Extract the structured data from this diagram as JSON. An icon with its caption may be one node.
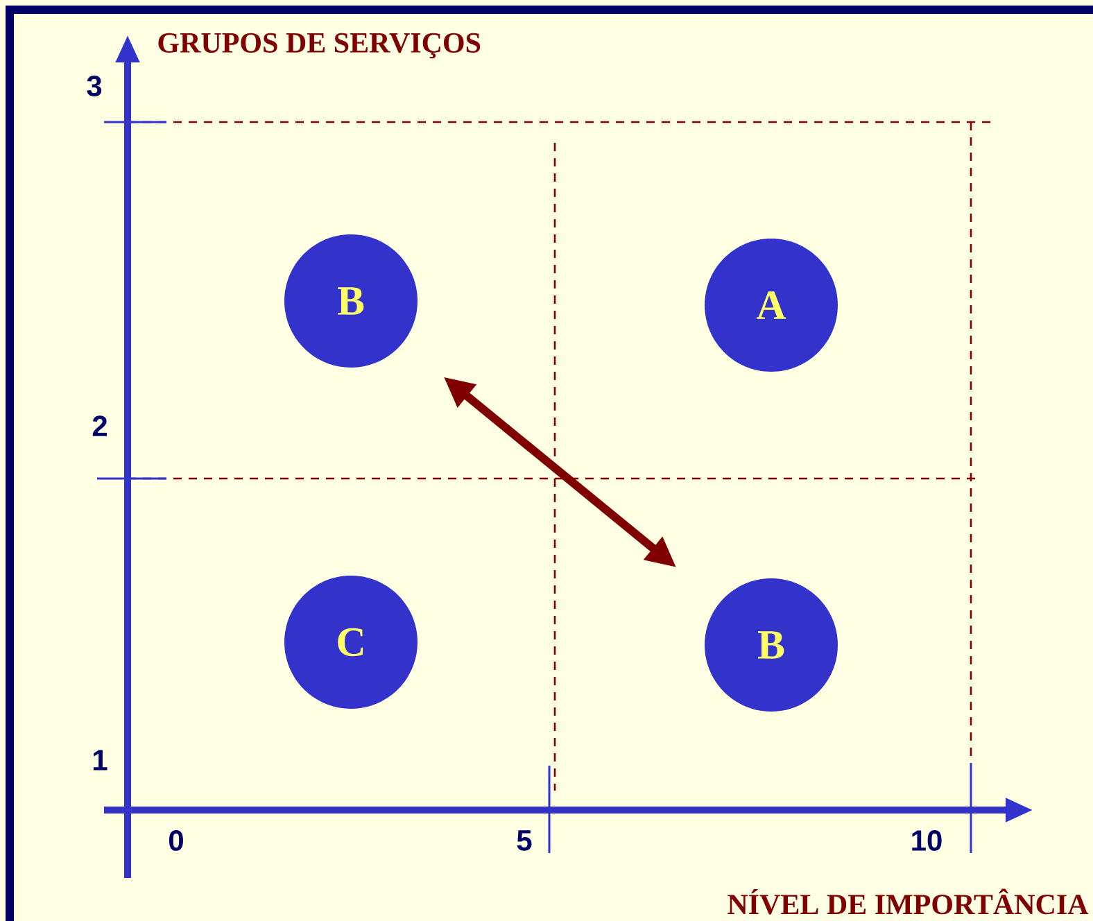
{
  "diagram": {
    "nodes": [
      {
        "text": [
          "B"
        ]
      },
      {
        "text": [
          "A"
        ]
      },
      {
        "text": [
          "C"
        ]
      },
      {
        "text": [
          "B"
        ]
      }
    ],
    "edges": [
      {
        "from": 0,
        "to": 3,
        "arrow": "both"
      }
    ],
    "labels": [
      "GRUPOS DE SERVIÇOS",
      "3",
      "2",
      "1",
      "0",
      "5",
      "10",
      "NÍVEL DE IMPORTÂNCIA"
    ]
  }
}
